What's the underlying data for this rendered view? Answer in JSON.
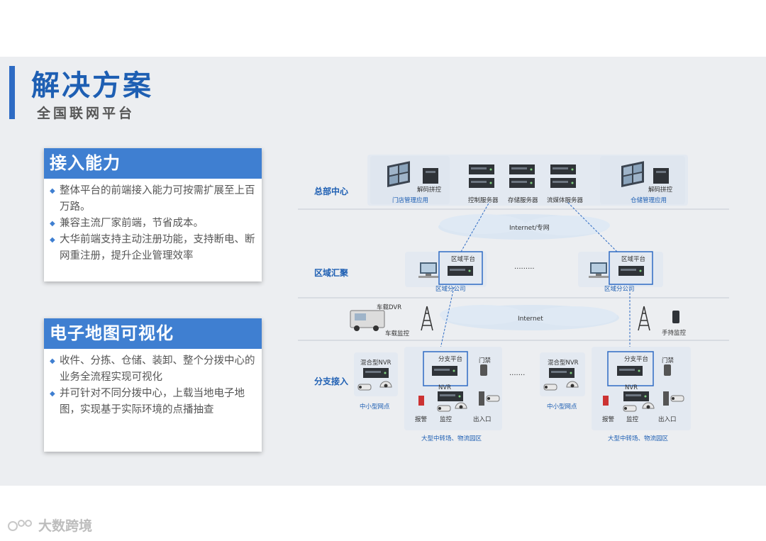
{
  "slide": {
    "title": "解决方案",
    "subtitle": "全国联网平台"
  },
  "cards": [
    {
      "heading": "接入能力",
      "bullets": [
        "整体平台的前端接入能力可按需扩展至上百万路。",
        "兼容主流厂家前端，节省成本。",
        "大华前端支持主动注册功能，支持断电、断网重注册，提升企业管理效率"
      ]
    },
    {
      "heading": "电子地图可视化",
      "bullets": [
        "收件、分拣、仓储、装卸、整个分拨中心的业务全流程实现可视化",
        "并可针对不同分拨中心，上载当地电子地图，实现基于实际环境的点播抽查"
      ]
    }
  ],
  "diagram": {
    "layers": [
      "总部中心",
      "区域汇聚",
      "分支接入"
    ],
    "hq": {
      "decoder_left": "解码拼控",
      "store_app": "门店管理应用",
      "control_server": "控制服务器",
      "storage_server": "存储服务器",
      "media_server": "流媒体服务器",
      "decoder_right": "解码拼控",
      "warehouse_app": "仓储管理应用"
    },
    "cloud_top": "Internet/专网",
    "regional": {
      "platform_left": "区域平台",
      "branch_company_left": "区域分公司",
      "ellipsis": "·········",
      "platform_right": "区域平台",
      "branch_company_right": "区域分公司"
    },
    "cloud_mid": "Internet",
    "mobile": {
      "vehicle_dvr": "车载DVR",
      "vehicle_monitor": "车载监控",
      "handheld_monitor": "手持监控"
    },
    "branch": {
      "hybrid_nvr_1": "混合型NVR",
      "small_site_1": "中小型网点",
      "branch_platform_1": "分支平台",
      "access_ctrl_1": "门禁",
      "nvr_1": "NVR",
      "alarm_1": "报警",
      "monitor_1": "监控",
      "entrance_1": "出入口",
      "large_site_1": "大型中转场、物流园区",
      "ellipsis": "·······",
      "hybrid_nvr_2": "混合型NVR",
      "small_site_2": "中小型网点",
      "branch_platform_2": "分支平台",
      "access_ctrl_2": "门禁",
      "nvr_2": "NVR",
      "alarm_2": "报警",
      "monitor_2": "监控",
      "entrance_2": "出入口",
      "large_site_2": "大型中转场、物流园区"
    }
  },
  "watermark": "大数跨境",
  "colors": {
    "accent": "#2e6bc4",
    "card_header": "#3f7fd1",
    "diagram_label": "#1e5fb3",
    "diagram_bg": "#e9ecf1"
  }
}
